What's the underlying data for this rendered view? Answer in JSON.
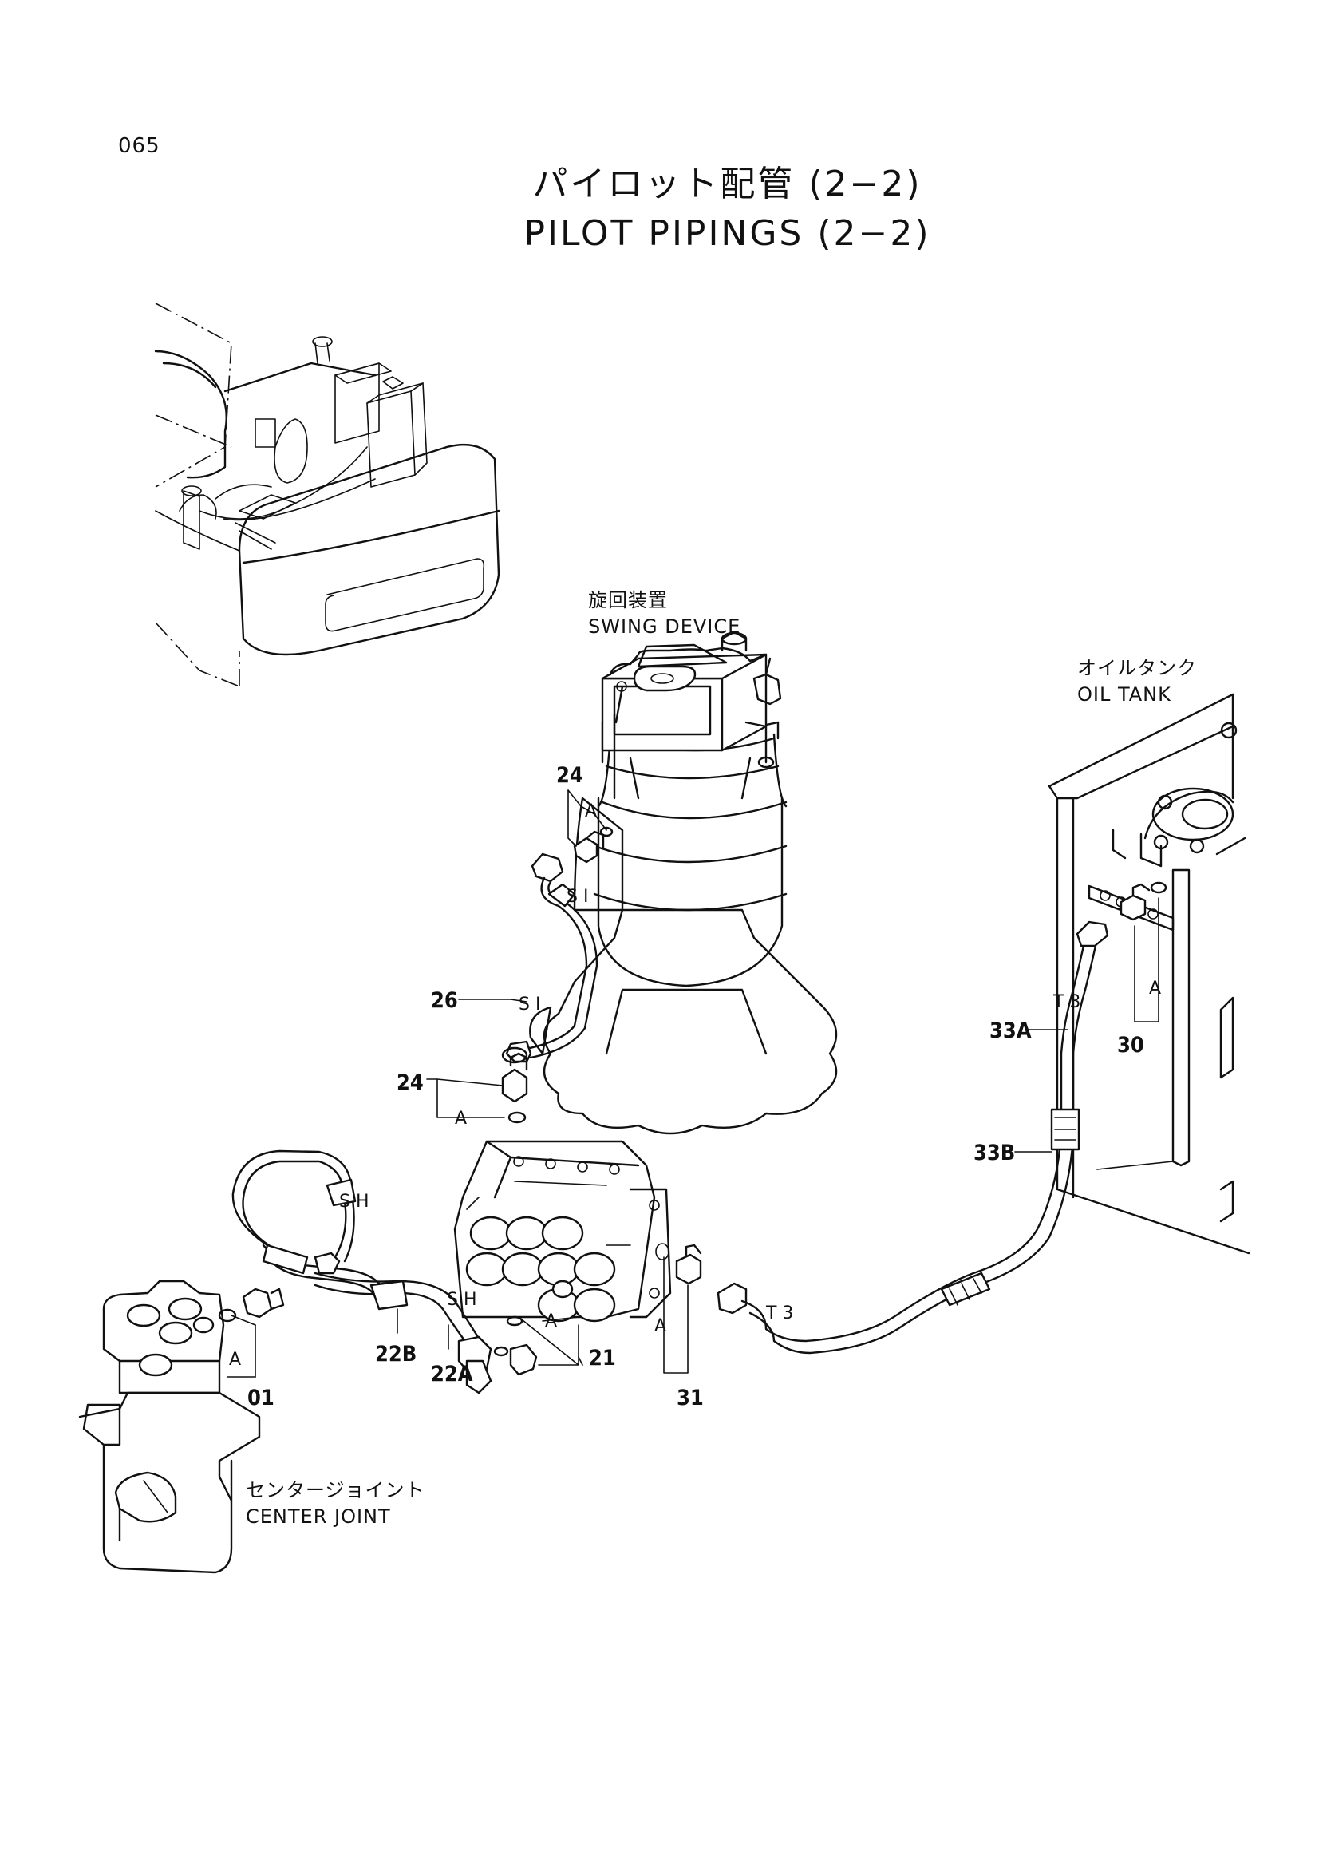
{
  "page": {
    "number": "065",
    "title_jp": "パイロット配管 (2−2)",
    "title_en": "PILOT PIPINGS (2−2)"
  },
  "components": {
    "swing_device_jp": "旋回装置",
    "swing_device_en": "SWING DEVICE",
    "oil_tank_jp": "オイルタンク",
    "oil_tank_en": "OIL TANK",
    "center_joint_jp": "センタージョイント",
    "center_joint_en": "CENTER JOINT"
  },
  "callouts": {
    "p24_top": "24",
    "p24_mid": "24",
    "p26": "26",
    "p01": "01",
    "p22B": "22B",
    "p22A": "22A",
    "p21": "21",
    "p31": "31",
    "p30": "30",
    "p33A": "33A",
    "p33B": "33B"
  },
  "detail_marks": {
    "a": "A",
    "si": "S I",
    "sh": "S H",
    "t3": "T 3"
  }
}
